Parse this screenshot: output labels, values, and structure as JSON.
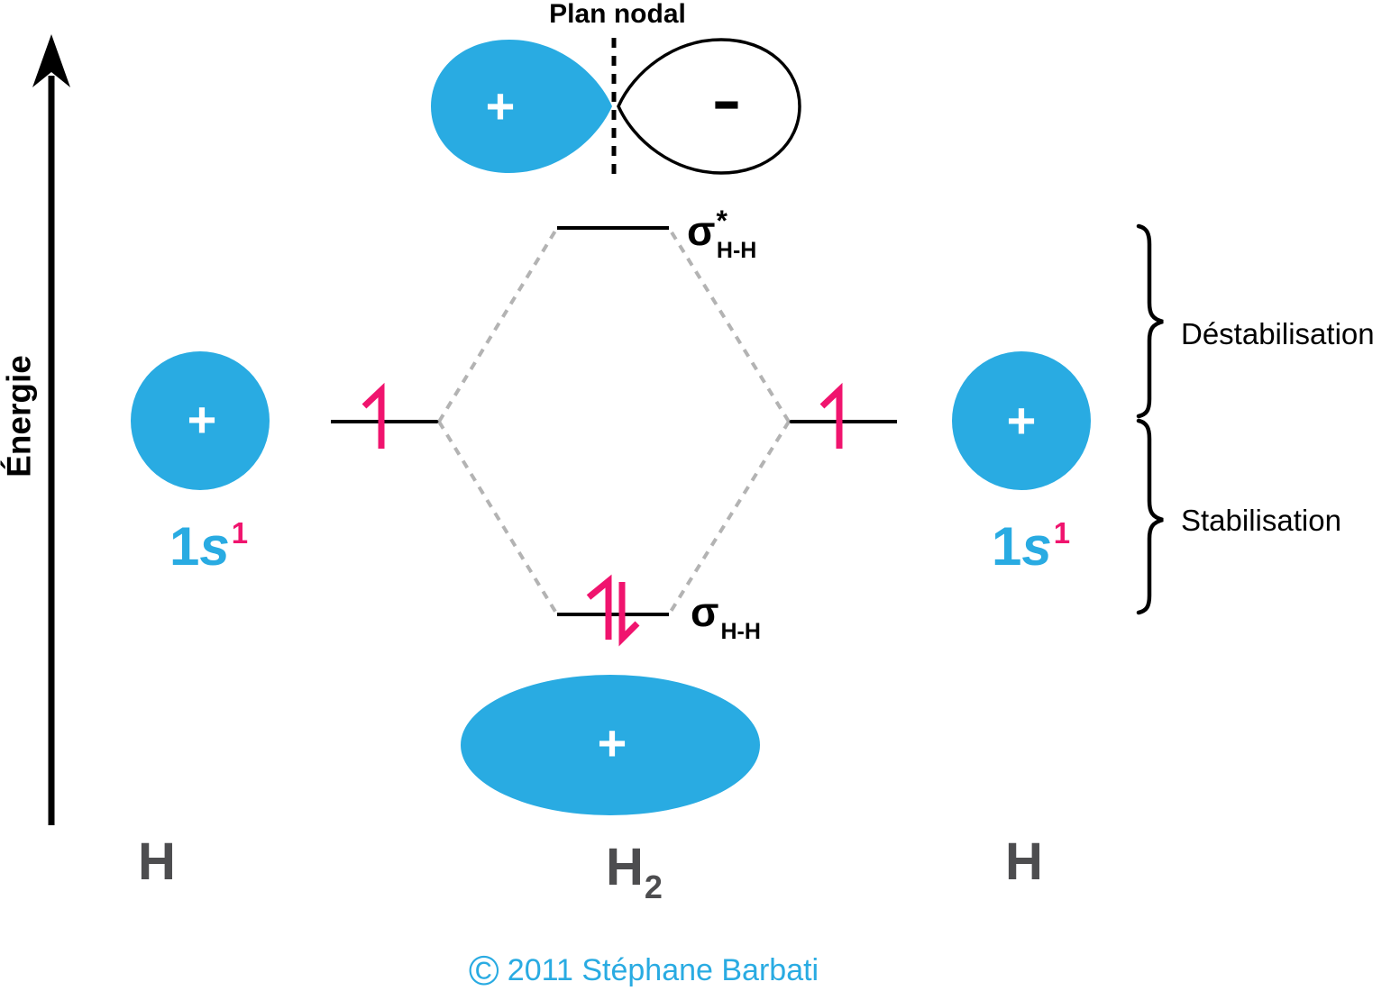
{
  "colors": {
    "orbital_blue": "#29ABE2",
    "electron_pink": "#F0146E",
    "connector_gray": "#B3B3B3",
    "atom_gray": "#4D4D4F",
    "black": "#000000"
  },
  "energy_axis": {
    "label": "Énergie"
  },
  "nodal_plane": {
    "title": "Plan nodal",
    "positive_sign": "+",
    "negative_sign": "−"
  },
  "mo_levels": {
    "sigma_star": {
      "symbol": "σ",
      "star": "*",
      "subscript": "H-H",
      "electron_count": 0
    },
    "sigma": {
      "symbol": "σ",
      "subscript": "H-H",
      "electron_count": 2
    }
  },
  "atomic_orbitals": {
    "left": {
      "n": "1",
      "orbital": "s",
      "superscript": "1",
      "sign": "+",
      "electron_count": 1
    },
    "right": {
      "n": "1",
      "orbital": "s",
      "superscript": "1",
      "sign": "+",
      "electron_count": 1
    }
  },
  "bonding_cloud": {
    "sign": "+"
  },
  "annotations": {
    "destabilisation": "Déstabilisation",
    "stabilisation": "Stabilisation"
  },
  "species": {
    "left": "H",
    "center_main": "H",
    "center_sub": "2",
    "right": "H"
  },
  "copyright": {
    "symbol": "©",
    "text": "2011 Stéphane Barbati"
  }
}
